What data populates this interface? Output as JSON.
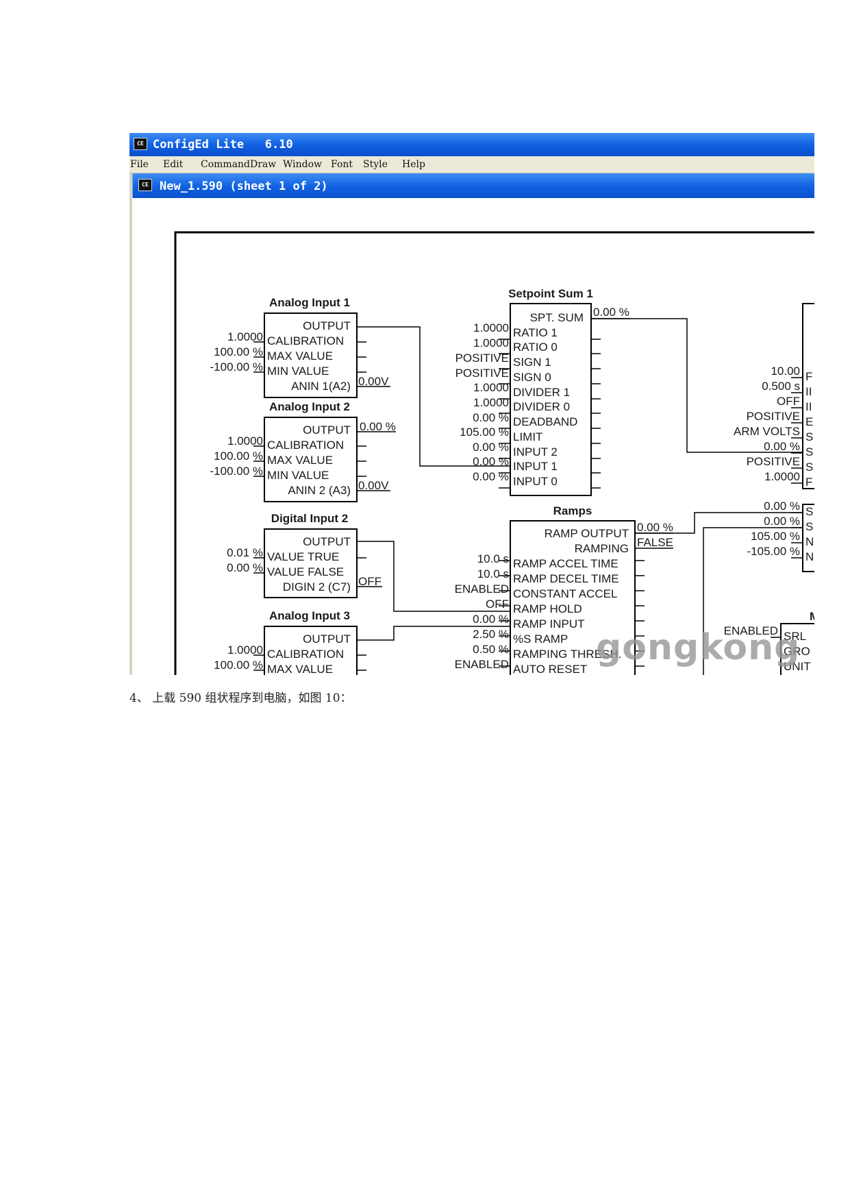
{
  "app": {
    "icon": "CE",
    "title": "ConfigEd Lite   6.10",
    "menu": [
      "File",
      "Edit",
      "Command",
      "Draw",
      "Window",
      "Font",
      "Style",
      "Help"
    ],
    "document": {
      "icon": "CE",
      "title": "New_1.590 (sheet 1 of 2)"
    }
  },
  "diagram": {
    "analog_input_1": {
      "title": "Analog Input 1",
      "params": [
        "OUTPUT",
        "CALIBRATION",
        "MAX VALUE",
        "MIN VALUE",
        "ANIN 1(A2)"
      ],
      "inputs": [
        "1.0000",
        "100.00 %",
        "-100.00 %"
      ],
      "output_value": "0.00V"
    },
    "analog_input_2": {
      "title": "Analog Input 2",
      "params": [
        "OUTPUT",
        "CALIBRATION",
        "MAX VALUE",
        "MIN VALUE",
        "ANIN 2 (A3)"
      ],
      "inputs": [
        "1.0000",
        "100.00 %",
        "-100.00 %"
      ],
      "output_top": "0.00 %",
      "output_value": "0.00V"
    },
    "digital_input_2": {
      "title": "Digital Input 2",
      "params": [
        "OUTPUT",
        "VALUE TRUE",
        "VALUE FALSE",
        "DIGIN 2 (C7)"
      ],
      "inputs": [
        "0.01 %",
        "0.00 %"
      ],
      "output_value": "OFF"
    },
    "analog_input_3": {
      "title": "Analog Input 3",
      "params": [
        "OUTPUT",
        "CALIBRATION",
        "MAX VALUE"
      ],
      "inputs": [
        "1.0000",
        "100.00 %"
      ]
    },
    "setpoint_sum_1": {
      "title": "Setpoint Sum 1",
      "params": [
        "SPT. SUM",
        "RATIO 1",
        "RATIO 0",
        "SIGN 1",
        "SIGN 0",
        "DIVIDER 1",
        "DIVIDER 0",
        "DEADBAND",
        "LIMIT",
        "INPUT 2",
        "INPUT 1",
        "INPUT 0"
      ],
      "inputs": [
        "1.0000",
        "1.0000",
        "POSITIVE",
        "POSITIVE",
        "1.0000",
        "1.0000",
        "0.00 %",
        "105.00 %",
        "0.00 %",
        "0.00 %",
        "0.00 %"
      ],
      "output_value": "0.00 %"
    },
    "ramps": {
      "title": "Ramps",
      "params": [
        "RAMP OUTPUT",
        "RAMPING",
        "RAMP ACCEL TIME",
        "RAMP DECEL TIME",
        "CONSTANT ACCEL",
        "RAMP HOLD",
        "RAMP INPUT",
        "%S RAMP",
        "RAMPING THRESH.",
        "AUTO RESET"
      ],
      "inputs": [
        "10.0 s",
        "10.0 s",
        "ENABLED",
        "OFF",
        "0.00 %",
        "2.50 %",
        "0.50 %",
        "ENABLED"
      ],
      "output_value": "0.00 %",
      "ramping_value": "FALSE"
    },
    "right_block": {
      "inputs": [
        "10.00",
        "0.500 s",
        "OFF",
        "POSITIVE",
        "ARM VOLTS",
        "0.00 %",
        "POSITIVE",
        "1.0000"
      ],
      "pins": [
        "F",
        "II",
        "II",
        "E",
        "S",
        "S",
        "S",
        "F"
      ]
    },
    "right_block_2": {
      "inputs": [
        "0.00 %",
        "0.00 %",
        "105.00 %",
        "-105.00 %"
      ],
      "pins": [
        "S",
        "S",
        "N",
        "N"
      ]
    },
    "right_block_3": {
      "title": "M",
      "inputs": [
        "ENABLED"
      ],
      "pins": [
        "SRL",
        "GRO",
        "UNIT"
      ]
    }
  },
  "watermark": "gongkong",
  "caption": "4、   上载 590 组状程序到电脑，如图 10："
}
